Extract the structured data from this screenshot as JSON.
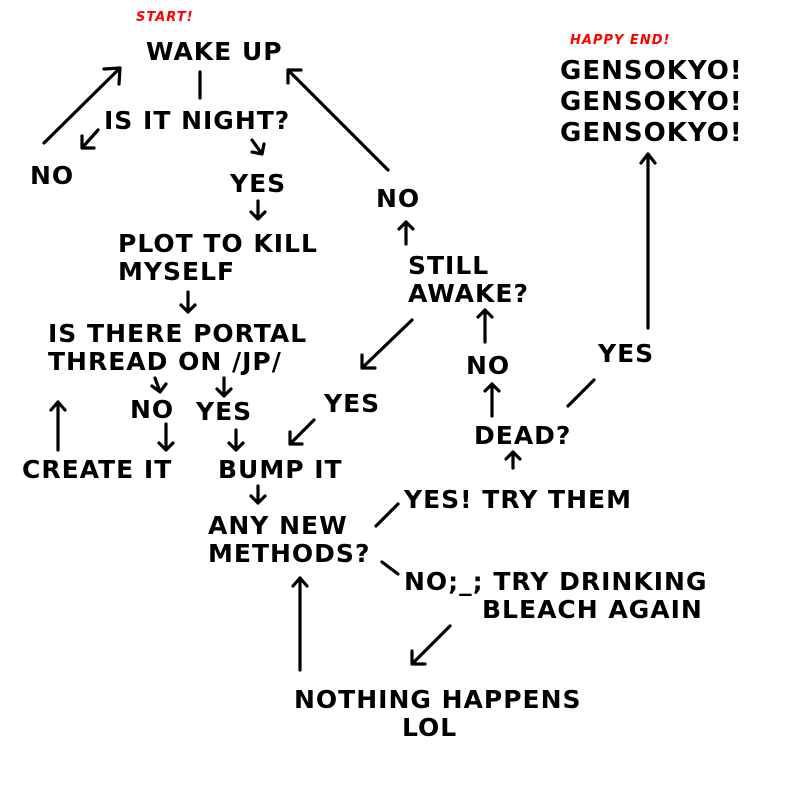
{
  "colors": {
    "ink": "#000000",
    "marker": "#ff0000",
    "background": "#ffffff"
  },
  "markers": {
    "start": "START!",
    "happy_end": "HAPPY END!"
  },
  "nodes": {
    "wake_up": "WAKE UP",
    "is_it_night": "IS IT NIGHT?",
    "no_night": "NO",
    "yes_night": "YES",
    "plot": [
      "PLOT TO KILL",
      "MYSELF"
    ],
    "portal_thread": [
      "IS THERE PORTAL",
      "THREAD ON /JP/"
    ],
    "no_thread": "NO",
    "yes_thread": "YES",
    "create_it": "CREATE IT",
    "bump_it": "BUMP IT",
    "any_new_methods": [
      "ANY NEW",
      "METHODS?"
    ],
    "yes_try_them": "YES! TRY THEM",
    "no_bleach": [
      "NO;_; TRY DRINKING",
      "BLEACH AGAIN"
    ],
    "nothing_happens": [
      "NOTHING HAPPENS",
      "LOL"
    ],
    "dead": "DEAD?",
    "no_dead": "NO",
    "yes_dead": "YES",
    "still_awake": [
      "STILL",
      "AWAKE?"
    ],
    "no_awake": "NO",
    "yes_awake": "YES",
    "gensokyo": [
      "GENSOKYO!",
      "GENSOKYO!",
      "GENSOKYO!"
    ]
  }
}
